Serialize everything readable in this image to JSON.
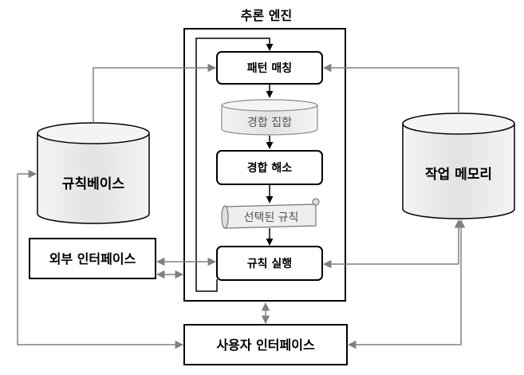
{
  "engine": {
    "title": "추론 엔진"
  },
  "nodes": {
    "pattern_matching": "패턴 매칭",
    "conflict_set": "경합 집합",
    "conflict_resolution": "경합 해소",
    "selected_rule": "선택된 규칙",
    "rule_execution": "규칙 실행",
    "rule_base": "규칙베이스",
    "working_memory": "작업 메모리",
    "external_interface": "외부 인터페이스",
    "user_interface": "사용자 인터페이스"
  },
  "colors": {
    "box_stroke": "#000000",
    "arrow": "#808080",
    "flow_arrow": "#000000",
    "cylinder_fill": "#e8e8e8",
    "scroll_fill": "#eeeeee"
  }
}
